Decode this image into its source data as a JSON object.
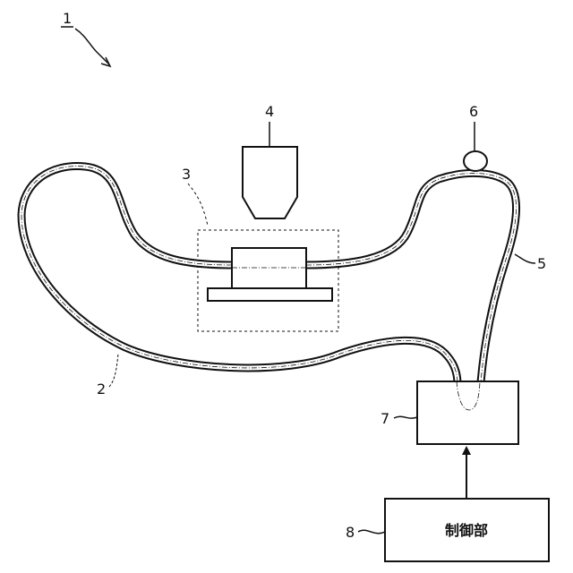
{
  "labels": {
    "system": "1",
    "fiber_left": "2",
    "stage_area": "3",
    "objective": "4",
    "fiber_right": "5",
    "component": "6",
    "unit": "7",
    "controller": "8"
  },
  "controller_box_text": "制御部"
}
